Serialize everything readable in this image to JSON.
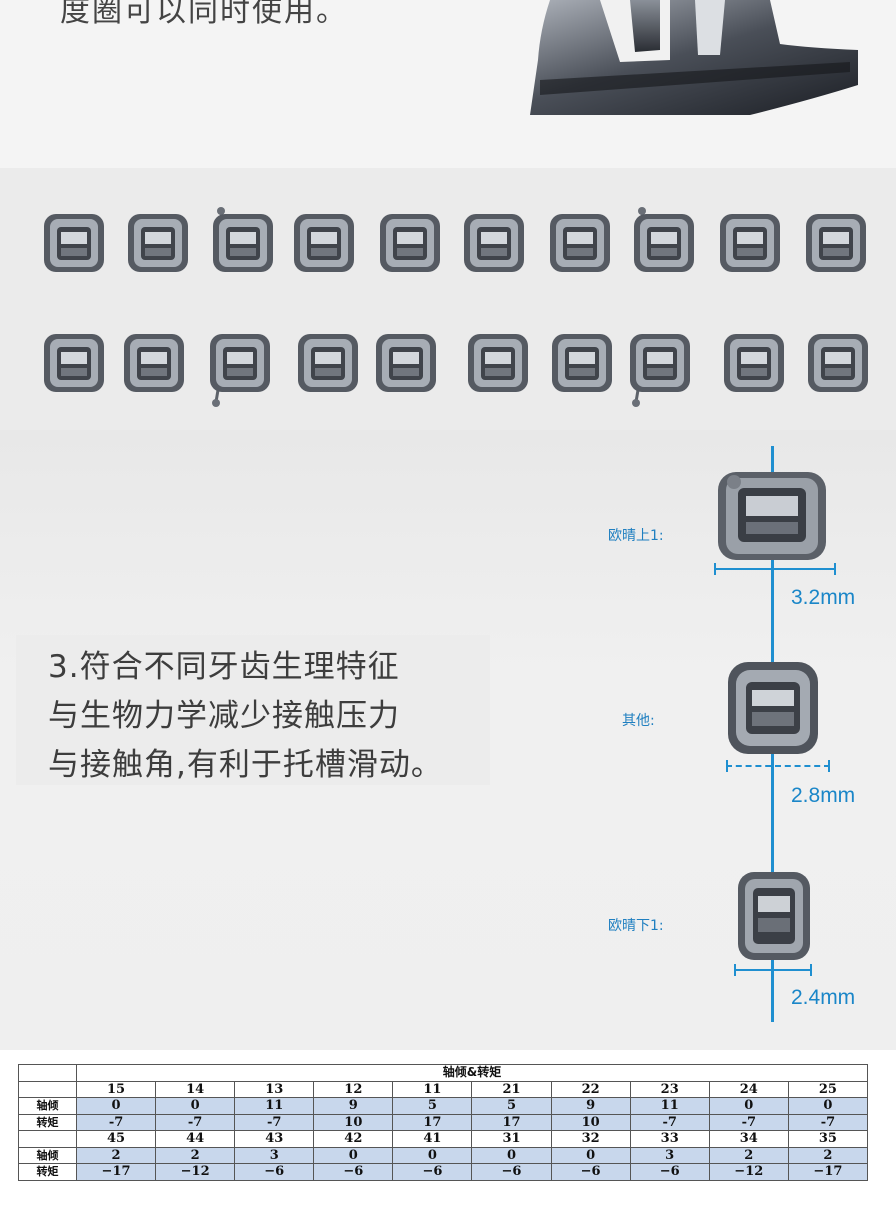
{
  "top": {
    "text": "度圈可以同时使用。"
  },
  "feature": {
    "lines": [
      "3.符合不同牙齿生理特征",
      "与生物力学减少接触压力",
      "与接触角,有利于托槽滑动。"
    ]
  },
  "comparison": [
    {
      "label": "欧晴上1:",
      "width": "3.2mm"
    },
    {
      "label": "其他:",
      "width": "2.8mm"
    },
    {
      "label": "欧晴下1:",
      "width": "2.4mm"
    }
  ],
  "table": {
    "title": "轴倾&转矩",
    "row_labels": {
      "tip": "轴倾",
      "torque": "转矩"
    },
    "upper": {
      "teeth": [
        "15",
        "14",
        "13",
        "12",
        "11",
        "21",
        "22",
        "23",
        "24",
        "25"
      ],
      "tip": [
        "0",
        "0",
        "11",
        "9",
        "5",
        "5",
        "9",
        "11",
        "0",
        "0"
      ],
      "torque": [
        "-7",
        "-7",
        "-7",
        "10",
        "17",
        "17",
        "10",
        "-7",
        "-7",
        "-7"
      ]
    },
    "lower": {
      "teeth": [
        "45",
        "44",
        "43",
        "42",
        "41",
        "31",
        "32",
        "33",
        "34",
        "35"
      ],
      "tip": [
        "2",
        "2",
        "3",
        "0",
        "0",
        "0",
        "0",
        "3",
        "2",
        "2"
      ],
      "torque": [
        "−17",
        "−12",
        "−6",
        "−6",
        "−6",
        "−6",
        "−6",
        "−6",
        "−12",
        "−17"
      ]
    }
  },
  "colors": {
    "accent": "#1f8fd0",
    "table_fill": "#c8d7ec"
  }
}
